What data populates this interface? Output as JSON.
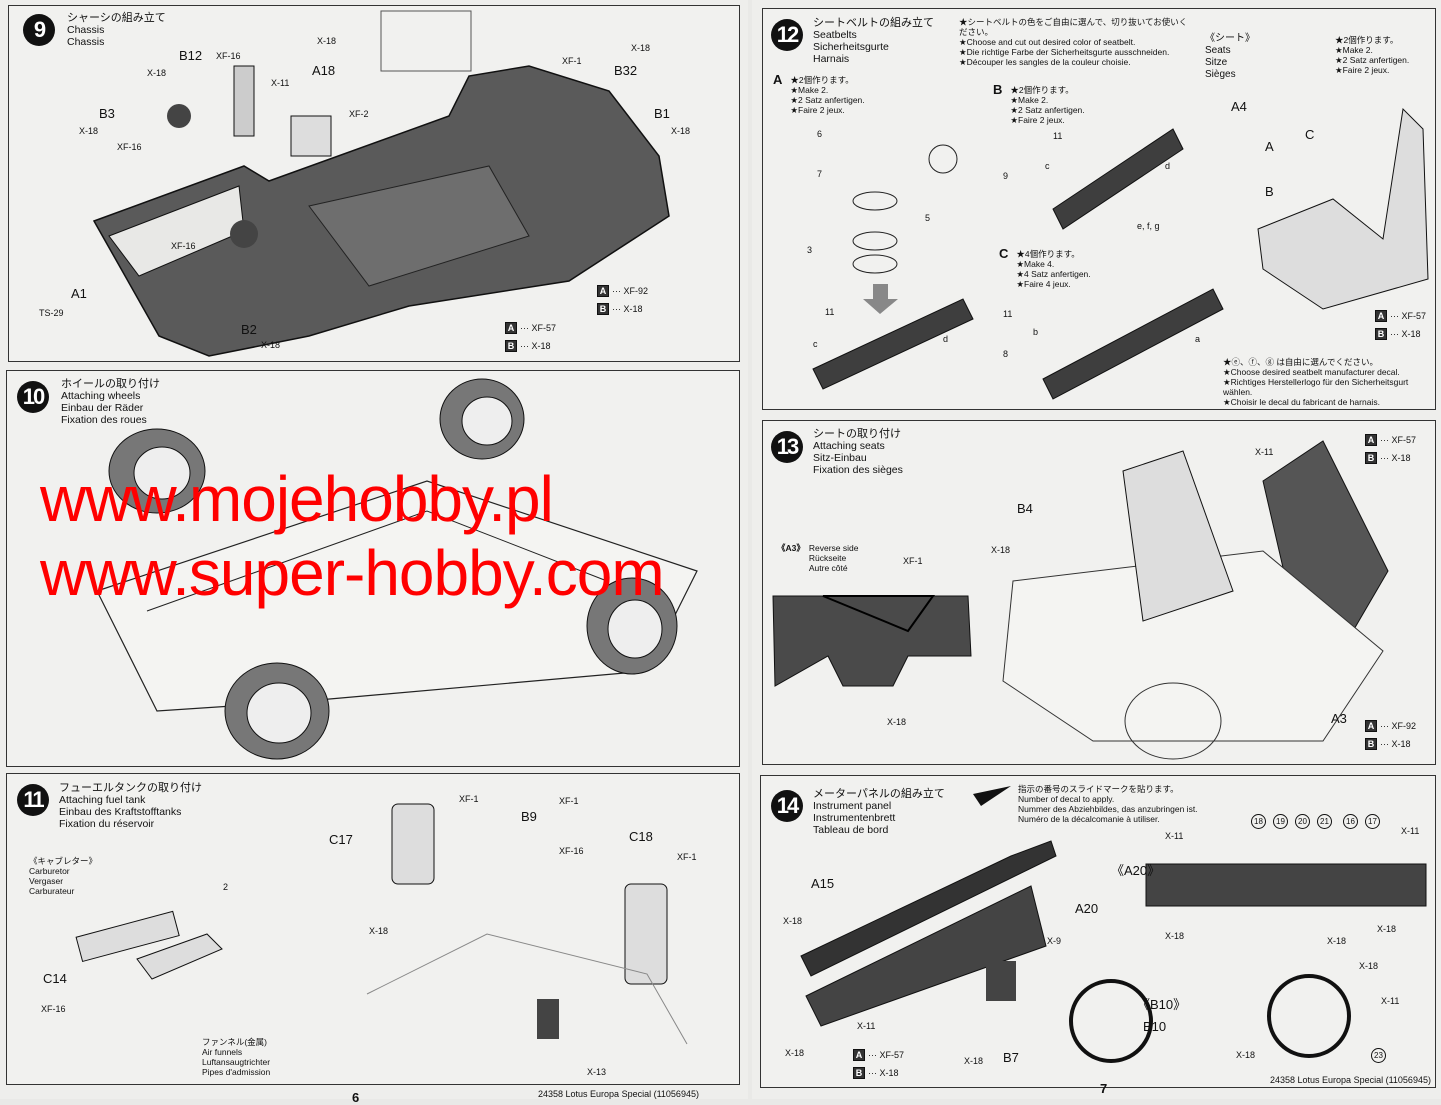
{
  "watermark": "www.mojehobby.pl www.super-hobby.com",
  "footer": {
    "left_page_number": "6",
    "right_page_number": "7",
    "product_left": "24358 Lotus Europa Special (11056945)",
    "product_right": "24358 Lotus Europa Special (11056945)"
  },
  "step9": {
    "number": "9",
    "title_jp": "シャーシの組み立て",
    "title_en": "Chassis",
    "title_de": "Chassis",
    "callouts": [
      "X-18",
      "B12",
      "XF-16",
      "X-18",
      "A18",
      "X-11",
      "XF-2",
      "B3",
      "X-18",
      "XF-16",
      "XF-16",
      "A1",
      "TS-29",
      "B2",
      "X-18",
      "XF-1",
      "X-18",
      "B32",
      "B1",
      "X-18"
    ],
    "legend": [
      {
        "key": "A",
        "value": "XF-92"
      },
      {
        "key": "B",
        "value": "X-18"
      }
    ],
    "legend2": [
      {
        "key": "A",
        "value": "XF-57"
      },
      {
        "key": "B",
        "value": "X-18"
      }
    ]
  },
  "step10": {
    "number": "10",
    "title_jp": "ホイールの取り付け",
    "title_en": "Attaching wheels",
    "title_de": "Einbau der Räder",
    "title_fr": "Fixation des roues"
  },
  "step11": {
    "number": "11",
    "title_jp": "フューエルタンクの取り付け",
    "title_en": "Attaching fuel tank",
    "title_de": "Einbau des Kraftstofftanks",
    "title_fr": "Fixation du réservoir",
    "carb": {
      "jp": "《キャブレター》",
      "en": "Carburetor",
      "de": "Vergaser",
      "fr": "Carburateur"
    },
    "funnels": {
      "jp": "ファンネル(金属)",
      "en": "Air funnels",
      "de": "Luftansaugtrichter",
      "fr": "Pipes d'admission"
    },
    "callouts": [
      "C14",
      "XF-16",
      "XF-1",
      "C17",
      "XF-1",
      "B9",
      "XF-16",
      "C18",
      "XF-1",
      "X-18",
      "X-13",
      "2"
    ]
  },
  "step12": {
    "number": "12",
    "title_jp": "シートベルトの組み立て",
    "title_en": "Seatbelts",
    "title_de": "Sicherheitsgurte",
    "title_fr": "Harnais",
    "note": [
      "★シートベルトの色をご自由に選んで、切り抜いてお使いください。",
      "★Choose and cut out desired color of seatbelt.",
      "★Die richtige Farbe der Sicherheitsgurte ausschneiden.",
      "★Découper les sangles de la couleur choisie."
    ],
    "seats": {
      "jp": "《シート》",
      "en": "Seats",
      "de": "Sitze",
      "fr": "Sièges",
      "make": [
        "★2個作ります。",
        "★Make 2.",
        "★2 Satz anfertigen.",
        "★Faire 2 jeux."
      ]
    },
    "a": {
      "key": "A",
      "make": [
        "★2個作ります。",
        "★Make 2.",
        "★2 Satz anfertigen.",
        "★Faire 2 jeux."
      ]
    },
    "b": {
      "key": "B",
      "make": [
        "★2個作ります。",
        "★Make 2.",
        "★2 Satz anfertigen.",
        "★Faire 2 jeux."
      ]
    },
    "c": {
      "key": "C",
      "make": [
        "★4個作ります。",
        "★Make 4.",
        "★4 Satz anfertigen.",
        "★Faire 4 jeux."
      ]
    },
    "decal_note": [
      "★ⓔ、ⓕ、ⓖ は自由に選んでください。",
      "★Choose desired seatbelt manufacturer decal.",
      "★Richtiges Herstellerlogo für den Sicherheitsgurt wählen.",
      "★Choisir le decal du fabricant de harnais."
    ],
    "callouts": [
      "6",
      "7",
      "5",
      "3",
      "11",
      "c",
      "d",
      "9",
      "c",
      "11",
      "d",
      "e, f, g",
      "11",
      "b",
      "8",
      "a",
      "A4",
      "A",
      "B",
      "C"
    ],
    "legend": [
      {
        "key": "A",
        "value": "XF-57"
      },
      {
        "key": "B",
        "value": "X-18"
      }
    ]
  },
  "step13": {
    "number": "13",
    "title_jp": "シートの取り付け",
    "title_en": "Attaching seats",
    "title_de": "Sitz-Einbau",
    "title_fr": "Fixation des sièges",
    "reverse": {
      "key": "《A3》",
      "en": "Reverse side",
      "de": "Rückseite",
      "fr": "Autre côté"
    },
    "callouts": [
      "XF-1",
      "X-18",
      "B4",
      "X-18",
      "X-11",
      "A3"
    ],
    "legend": [
      {
        "key": "A",
        "value": "XF-57"
      },
      {
        "key": "B",
        "value": "X-18"
      }
    ],
    "legend2": [
      {
        "key": "A",
        "value": "XF-92"
      },
      {
        "key": "B",
        "value": "X-18"
      }
    ]
  },
  "step14": {
    "number": "14",
    "title_jp": "メーターパネルの組み立て",
    "title_en": "Instrument panel",
    "title_de": "Instrumentenbrett",
    "title_fr": "Tableau de bord",
    "decal_note": [
      "指示の番号のスライドマークを貼ります。",
      "Number of decal to apply.",
      "Nummer des Abziehbildes, das anzubringen ist.",
      "Numéro de la décalcomanie à utiliser."
    ],
    "decals": [
      "18",
      "19",
      "20",
      "21",
      "16",
      "17",
      "23"
    ],
    "callouts": [
      "A15",
      "X-18",
      "A20",
      "X-9",
      "X-11",
      "X-18",
      "X-18",
      "B7",
      "B10",
      "《A20》",
      "X-11",
      "X-11",
      "X-18",
      "X-18",
      "X-18",
      "《B10》",
      "X-18",
      "X-11",
      "X-18"
    ],
    "legend": [
      {
        "key": "A",
        "value": "XF-57"
      },
      {
        "key": "B",
        "value": "X-18"
      }
    ]
  }
}
